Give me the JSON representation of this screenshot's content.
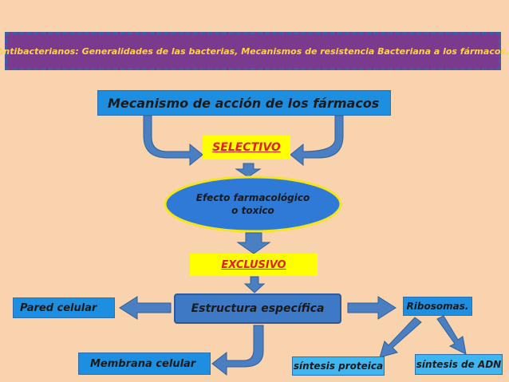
{
  "title": "Antibacterianos: Generalidades de las bacterias, Mecanismos de resistencia Bacteriana a los fármacos.",
  "nodes": {
    "mecanismo": "Mecanismo de acción de los fármacos",
    "selectivo": "SELECTIVO",
    "efecto_line1": "Efecto farmacológico",
    "efecto_line2": "o toxico",
    "exclusivo": "EXCLUSIVO",
    "estructura": "Estructura específica",
    "pared": "Pared celular",
    "membrana": "Membrana celular",
    "ribosomas": "Ribosomas.",
    "proteica": "síntesis proteica",
    "adn": "síntesis de ADN"
  },
  "colors": {
    "background": "#f9d3ad",
    "banner": "#7a3a8e",
    "banner_text": "#ffd24a",
    "blue_box": "#1e8fe0",
    "light_blue_box": "#3fb6f0",
    "yellow_box": "#ffff00",
    "yellow_box_text": "#e02020",
    "ellipse_fill": "#2e7ad6",
    "ellipse_border": "#f5e51a",
    "arrow": "#4a7fc1"
  }
}
